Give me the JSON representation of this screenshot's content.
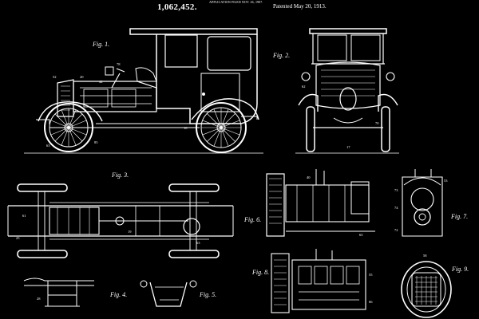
{
  "header": {
    "patent_number": "1,062,452.",
    "application_filed": "APPLICATION FILED NOV. 26, 1907.",
    "patented": "Patented May 20, 1913."
  },
  "figures": {
    "fig1": "Fig. 1.",
    "fig2": "Fig. 2.",
    "fig3": "Fig. 3.",
    "fig4": "Fig. 4.",
    "fig5": "Fig. 5.",
    "fig6": "Fig. 6.",
    "fig7": "Fig. 7.",
    "fig8": "Fig. 8.",
    "fig9": "Fig. 9."
  },
  "refs": {
    "r1": "78",
    "r2": "20",
    "r3": "42",
    "r4": "52",
    "r5": "85",
    "r6": "63",
    "r7": "10",
    "r8": "62",
    "r9": "17",
    "r10": "70",
    "r11": "61",
    "r12": "25",
    "r13": "19",
    "r14": "63",
    "r15": "28",
    "r16": "40",
    "r17": "65",
    "r18": "53",
    "r19": "73",
    "r20": "74",
    "r21": "72",
    "r22": "55",
    "r23": "66",
    "r24": "58"
  },
  "colors": {
    "background": "#000000",
    "ink": "#ffffff"
  }
}
